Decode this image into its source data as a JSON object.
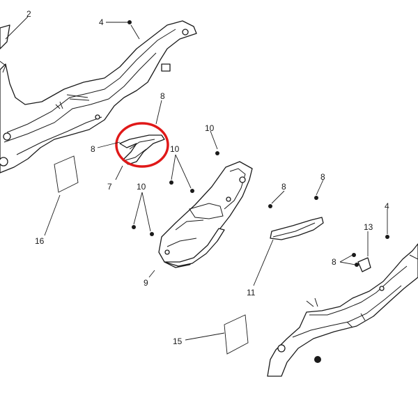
{
  "diagram": {
    "highlight_color": "#e01818",
    "line_color": "#1a1a1a",
    "background": "#ffffff",
    "callouts": {
      "c2": "2",
      "c4_top": "4",
      "c8_top": "8",
      "c8_left": "8",
      "c7": "7",
      "c10_top": "10",
      "c10_mid": "10",
      "c10_left": "10",
      "c16": "16",
      "c9": "9",
      "c8_r1": "8",
      "c8_r2": "8",
      "c11": "11",
      "c4_right": "4",
      "c13": "13",
      "c8_right": "8",
      "c15": "15"
    }
  }
}
